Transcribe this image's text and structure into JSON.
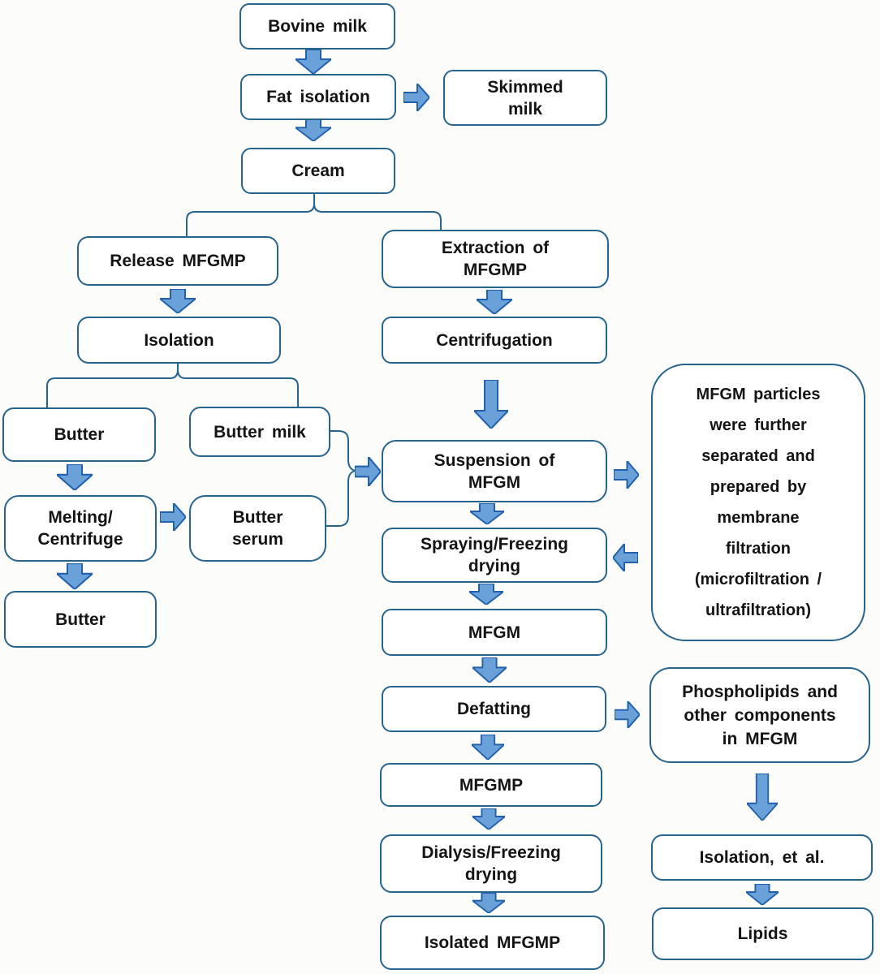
{
  "figure": {
    "description": "Flowchart of MFGMP isolation from bovine milk"
  },
  "colors": {
    "box_border": "#26648c",
    "box_fill": "#ffffff",
    "arrow_fill": "#6ba1d9",
    "arrow_stroke": "#2161ac",
    "text": "#141414",
    "background": "#fcfcfb"
  },
  "nodes": {
    "bovine_milk": {
      "label": "Bovine milk"
    },
    "fat_isolation": {
      "label": "Fat isolation"
    },
    "skimmed_milk": {
      "label": "Skimmed\nmilk"
    },
    "cream": {
      "label": "Cream"
    },
    "release_mfgmp": {
      "label": "Release MFGMP"
    },
    "extraction_mfgmp": {
      "label": "Extraction of\nMFGMP"
    },
    "isolation": {
      "label": "Isolation"
    },
    "centrifugation": {
      "label": "Centrifugation"
    },
    "butter_1": {
      "label": "Butter"
    },
    "butter_milk": {
      "label": "Butter milk"
    },
    "melting_centrifuge": {
      "label": "Melting/\nCentrifuge"
    },
    "butter_serum": {
      "label": "Butter\nserum"
    },
    "butter_2": {
      "label": "Butter"
    },
    "suspension_mfgm": {
      "label": "Suspension of\nMFGM"
    },
    "spraying_freezing": {
      "label": "Spraying/Freezing\ndrying"
    },
    "mfgm": {
      "label": "MFGM"
    },
    "defatting": {
      "label": "Defatting"
    },
    "mfgmp": {
      "label": "MFGMP"
    },
    "dialysis_freezing": {
      "label": "Dialysis/Freezing\ndrying"
    },
    "isolated_mfgmp": {
      "label": "Isolated MFGMP"
    },
    "mfgm_particles_note": {
      "label": "MFGM particles\nwere further\nseparated and\nprepared by\nmembrane\nfiltration\n(microfiltration /\nultrafiltration)"
    },
    "phospholipids": {
      "label": "Phospholipids and\nother components\nin MFGM"
    },
    "isolation_et_al": {
      "label": "Isolation, et al."
    },
    "lipids": {
      "label": "Lipids"
    }
  },
  "edges": [
    {
      "from": "bovine_milk",
      "to": "fat_isolation",
      "style": "arrow-down"
    },
    {
      "from": "fat_isolation",
      "to": "skimmed_milk",
      "style": "arrow-right"
    },
    {
      "from": "fat_isolation",
      "to": "cream",
      "style": "arrow-down"
    },
    {
      "from": "cream",
      "to": "release_mfgmp",
      "style": "branch-line"
    },
    {
      "from": "cream",
      "to": "extraction_mfgmp",
      "style": "branch-line"
    },
    {
      "from": "release_mfgmp",
      "to": "isolation",
      "style": "arrow-down"
    },
    {
      "from": "extraction_mfgmp",
      "to": "centrifugation",
      "style": "arrow-down"
    },
    {
      "from": "isolation",
      "to": "butter_1",
      "style": "branch-line"
    },
    {
      "from": "isolation",
      "to": "butter_milk",
      "style": "branch-line"
    },
    {
      "from": "butter_1",
      "to": "melting_centrifuge",
      "style": "arrow-down"
    },
    {
      "from": "melting_centrifuge",
      "to": "butter_serum",
      "style": "arrow-right"
    },
    {
      "from": "melting_centrifuge",
      "to": "butter_2",
      "style": "arrow-down"
    },
    {
      "from": "butter_milk",
      "to": "suspension_mfgm",
      "style": "brace-arrow-right"
    },
    {
      "from": "butter_serum",
      "to": "suspension_mfgm",
      "style": "brace-arrow-right"
    },
    {
      "from": "centrifugation",
      "to": "suspension_mfgm",
      "style": "arrow-down-long"
    },
    {
      "from": "suspension_mfgm",
      "to": "mfgm_particles_note",
      "style": "arrow-right"
    },
    {
      "from": "mfgm_particles_note",
      "to": "spraying_freezing",
      "style": "arrow-left"
    },
    {
      "from": "suspension_mfgm",
      "to": "spraying_freezing",
      "style": "arrow-down"
    },
    {
      "from": "spraying_freezing",
      "to": "mfgm",
      "style": "arrow-down"
    },
    {
      "from": "mfgm",
      "to": "defatting",
      "style": "arrow-down"
    },
    {
      "from": "defatting",
      "to": "phospholipids",
      "style": "arrow-right"
    },
    {
      "from": "defatting",
      "to": "mfgmp",
      "style": "arrow-down"
    },
    {
      "from": "mfgmp",
      "to": "dialysis_freezing",
      "style": "arrow-down"
    },
    {
      "from": "dialysis_freezing",
      "to": "isolated_mfgmp",
      "style": "arrow-down"
    },
    {
      "from": "phospholipids",
      "to": "isolation_et_al",
      "style": "arrow-down-long"
    },
    {
      "from": "isolation_et_al",
      "to": "lipids",
      "style": "arrow-down"
    }
  ]
}
